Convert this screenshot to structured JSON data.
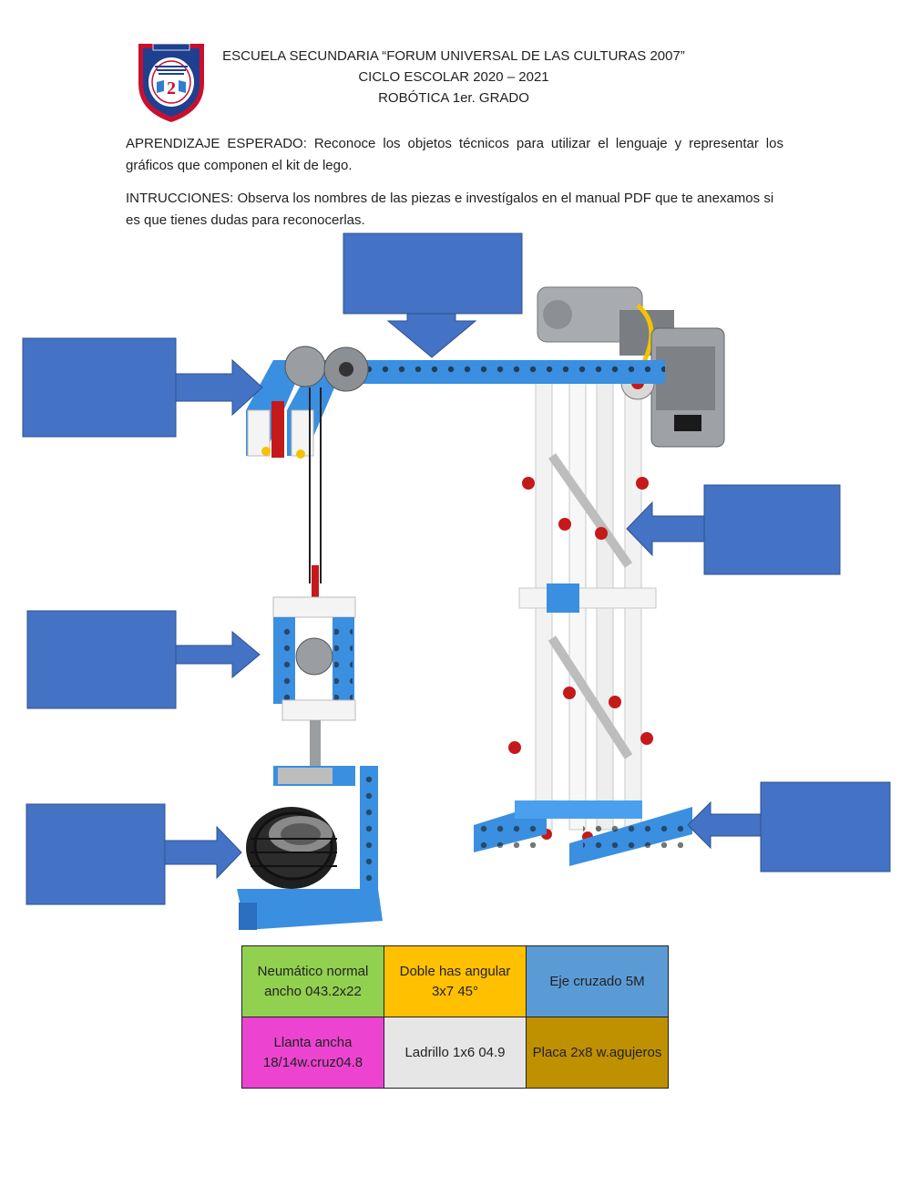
{
  "header": {
    "school": "ESCUELA SECUNDARIA “FORUM UNIVERSAL DE LAS CULTURAS 2007”",
    "cycle": "CICLO ESCOLAR 2020 – 2021",
    "subject": "ROBÓTICA 1er. GRADO"
  },
  "logo": {
    "icon": "school-shield-crest",
    "colors": {
      "shield": "#1f3f8f",
      "ring": "#c8102e"
    }
  },
  "learning": {
    "text": "APRENDIZAJE ESPERADO: Reconoce los objetos técnicos para utilizar el lenguaje y representar los gráficos que componen el kit de lego."
  },
  "instructions": {
    "text": "INTRUCCIONES: Observa los nombres de las piezas e investígalos en el manual PDF que te anexamos si es que tienes dudas para reconocerlas."
  },
  "figure": {
    "icon": "lego-crane-model",
    "box_color": "#4472c4",
    "arrow_color": "#4472c4"
  },
  "pieces": {
    "rows": [
      [
        {
          "label": "Neumático normal ancho 043.2x22",
          "color": "#92d050"
        },
        {
          "label": "Doble has angular 3x7 45°",
          "color": "#ffc000"
        },
        {
          "label": "Eje cruzado 5M",
          "color": "#5b9bd5"
        }
      ],
      [
        {
          "label": "Llanta ancha 18/14w.cruz04.8",
          "color": "#ec44d0"
        },
        {
          "label": "Ladrillo 1x6 04.9",
          "color": "#e7e6e6"
        },
        {
          "label": "Placa 2x8 w.agujeros",
          "color": "#bf9000"
        }
      ]
    ]
  }
}
